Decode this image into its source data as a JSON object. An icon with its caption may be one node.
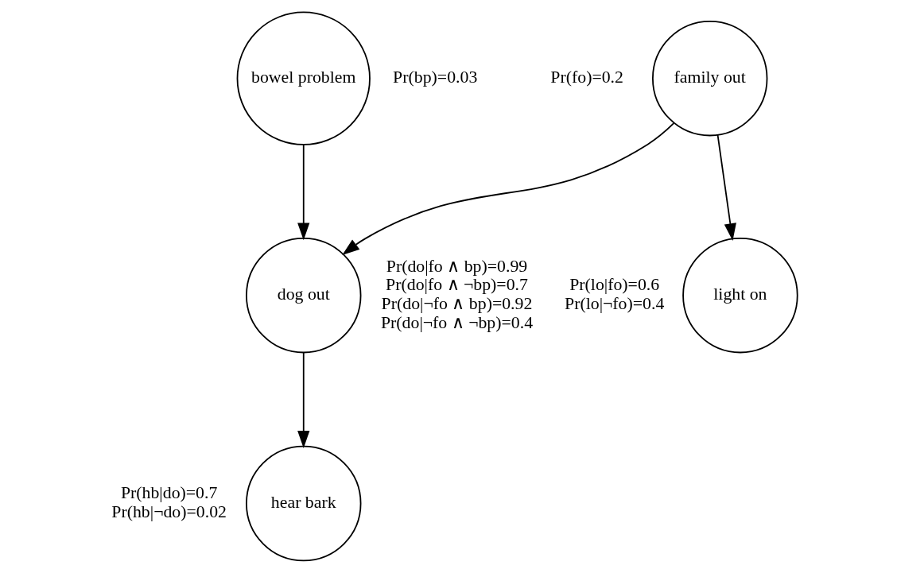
{
  "diagram": {
    "nodes": [
      {
        "text": [
          "family out"
        ],
        "beside": [
          "Pr(fo)=0.2"
        ]
      },
      {
        "text": [
          "bowel problem"
        ],
        "beside": [
          "Pr(bp)=0.03"
        ]
      },
      {
        "text": [
          "light on"
        ],
        "beside": [
          "Pr(lo|fo)=0.6",
          "Pr(lo|¬fo)=0.4"
        ]
      },
      {
        "text": [
          "dog out"
        ],
        "beside": [
          "Pr(do|fo ∧ bp)=0.99",
          "Pr(do|fo ∧ ¬bp)=0.7",
          "Pr(do|¬fo ∧ bp)=0.92",
          "Pr(do|¬fo ∧ ¬bp)=0.4"
        ]
      },
      {
        "text": [
          "hear bark"
        ],
        "beside": [
          "Pr(hb|do)=0.7",
          "Pr(hb|¬do)=0.02"
        ]
      }
    ],
    "edges": [
      {
        "from": 0,
        "to": 2,
        "arrow": "to"
      },
      {
        "from": 0,
        "to": 3,
        "arrow": "to"
      },
      {
        "from": 1,
        "to": 3,
        "arrow": "to"
      },
      {
        "from": 3,
        "to": 4,
        "arrow": "to"
      }
    ]
  }
}
